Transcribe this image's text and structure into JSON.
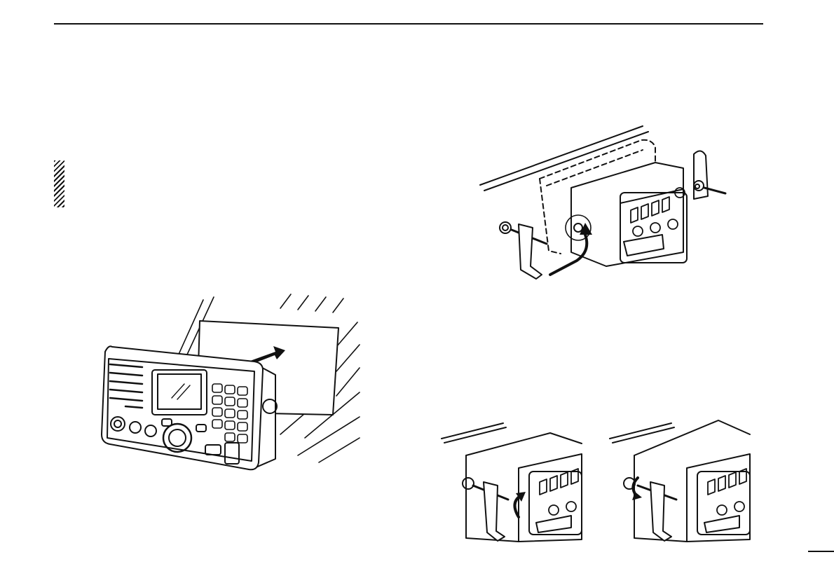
{
  "page": {
    "rule_color": "#111111",
    "illustration_color": "#111111"
  },
  "figures": [
    {
      "icon": "front-panel-mounting-illustration"
    },
    {
      "icon": "bracket-installation-illustration"
    },
    {
      "icon": "bracket-bolt-tighten-illustration"
    },
    {
      "icon": "bracket-nut-tighten-illustration"
    }
  ]
}
